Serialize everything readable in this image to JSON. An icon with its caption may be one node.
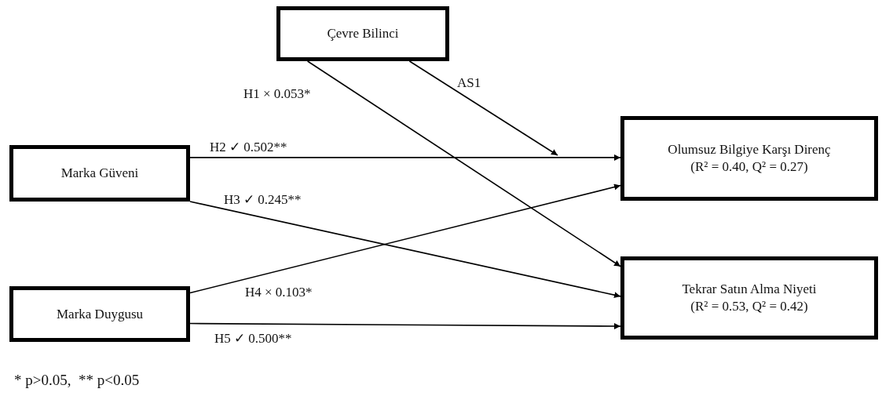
{
  "diagram": {
    "nodes": [
      {
        "text": [
          "Çevre Bilinci"
        ]
      },
      {
        "text": [
          "Marka Güveni"
        ]
      },
      {
        "text": [
          "Marka Duygusu"
        ]
      },
      {
        "text": [
          "Olumsuz Bilgiye Karşı Direnç",
          "(R² = 0.40, Q² = 0.27)"
        ]
      },
      {
        "text": [
          "Tekrar Satın Alma Niyeti",
          "(R² = 0.53, Q² = 0.42)"
        ]
      }
    ],
    "edges": [
      {
        "from": 0,
        "to": 4,
        "arrow": "to",
        "label": "H1 × 0.053*"
      },
      {
        "from": 0,
        "to": null,
        "arrow": "to",
        "label": "AS1"
      },
      {
        "from": 1,
        "to": 3,
        "arrow": "to",
        "label": "H2 ✓ 0.502**"
      },
      {
        "from": 1,
        "to": 4,
        "arrow": "to",
        "label": "H3 ✓ 0.245**"
      },
      {
        "from": 2,
        "to": 3,
        "arrow": "to",
        "label": "H4 × 0.103*"
      },
      {
        "from": 2,
        "to": 4,
        "arrow": "to",
        "label": "H5 ✓ 0.500**"
      }
    ],
    "labels": [
      "* p>0.05,  ** p<0.05"
    ]
  }
}
